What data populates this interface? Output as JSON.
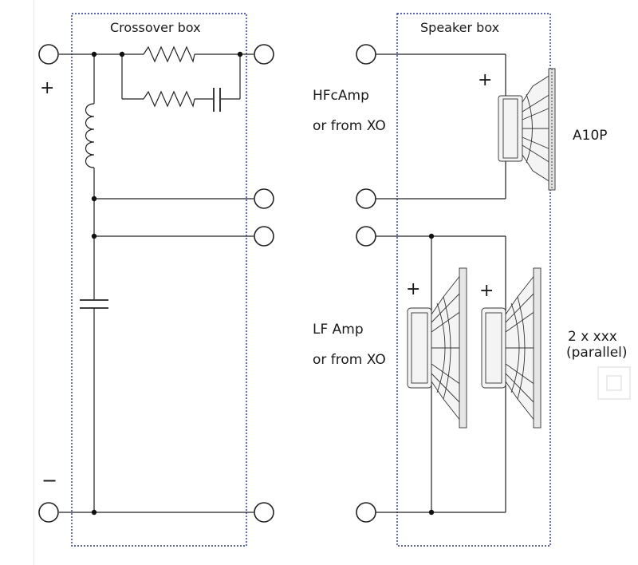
{
  "boxes": {
    "crossover_title": "Crossover box",
    "speaker_title": "Speaker box"
  },
  "inputs": {
    "hf_label_line1": "HFcAmp",
    "hf_label_line2": "or from XO",
    "lf_label_line1": "LF Amp",
    "lf_label_line2": "or from XO"
  },
  "speakers": {
    "hf_model": "A10P",
    "lf_count": "2 x xxx",
    "lf_wiring": "(parallel)"
  },
  "polarity": {
    "plus": "+",
    "minus": "−"
  },
  "colors": {
    "box_outline": "#1a2fd0",
    "wire": "#222222"
  }
}
